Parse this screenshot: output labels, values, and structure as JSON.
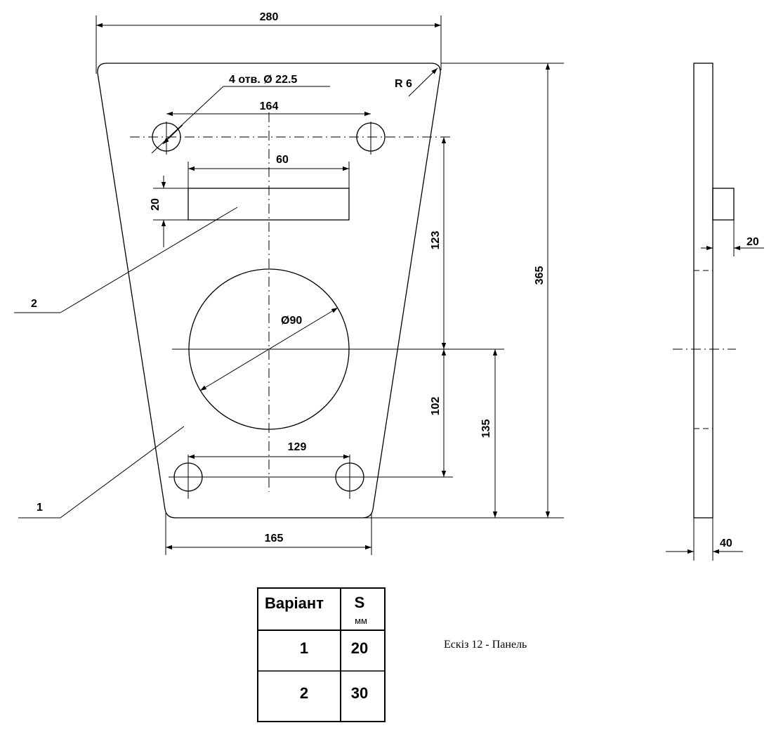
{
  "dimensions": {
    "top_width": "280",
    "holes_callout": "4 отв. Ø 22.5",
    "corner_radius": "R 6",
    "upper_hole_spacing": "164",
    "slot_width": "60",
    "slot_height": "20",
    "upper_holes_to_center": "123",
    "total_height": "365",
    "big_hole_diameter": "Ø90",
    "lower_holes_to_center": "102",
    "center_to_bottom": "135",
    "lower_hole_spacing": "129",
    "bottom_width": "165",
    "side_boss_thickness": "20",
    "side_plate_thickness": "40"
  },
  "callouts": {
    "part_1": "1",
    "part_2": "2"
  },
  "table": {
    "col1_header": "Варіант",
    "col2_header": "S",
    "col2_unit": "мм",
    "rows": [
      {
        "variant": "1",
        "s": "20"
      },
      {
        "variant": "2",
        "s": "30"
      }
    ]
  },
  "caption": "Ескіз 12 - Панель"
}
